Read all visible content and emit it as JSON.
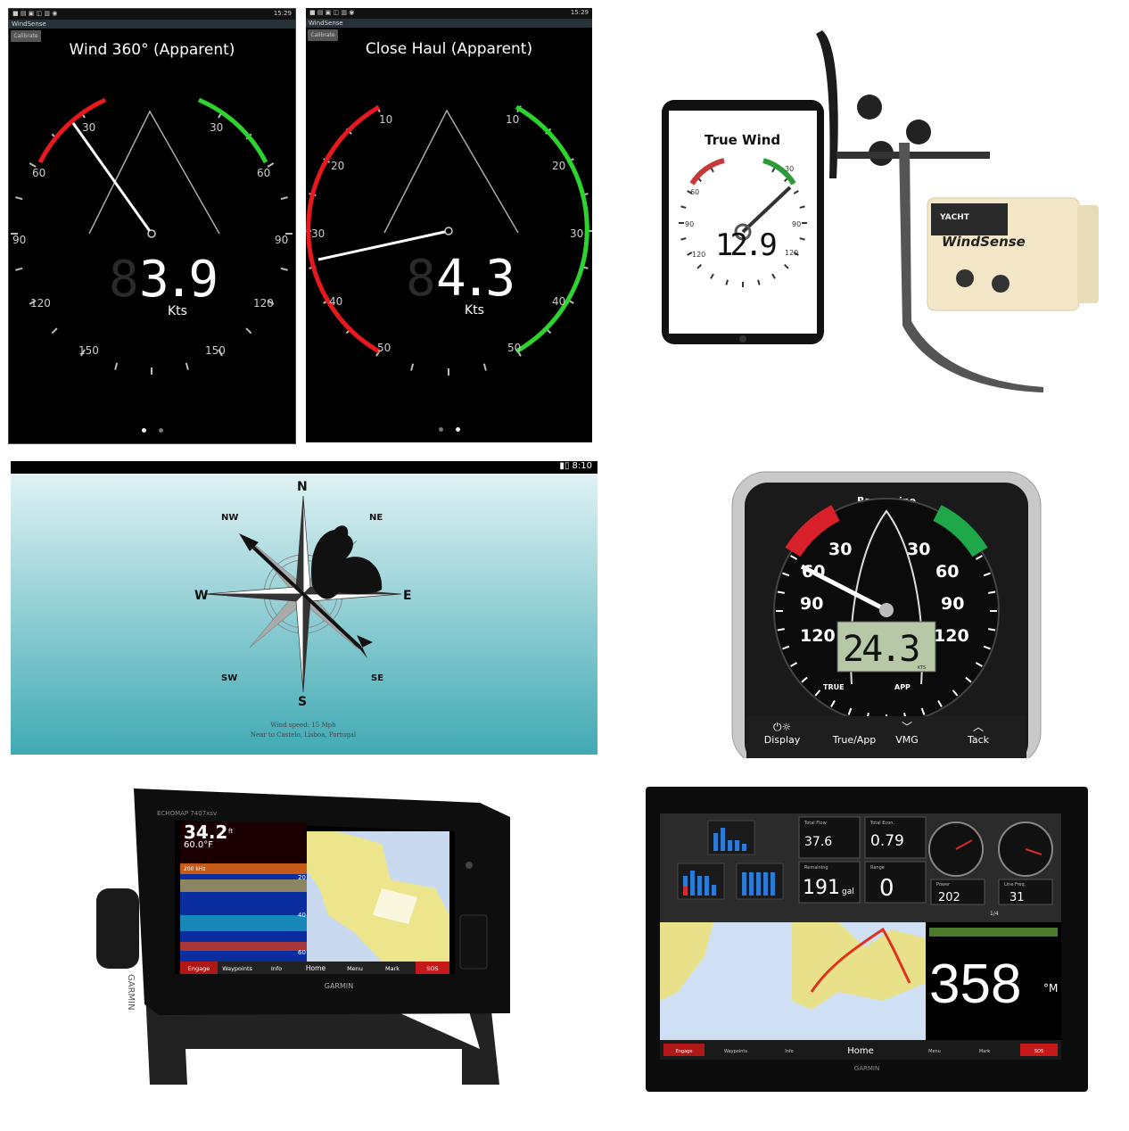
{
  "windsense_app": {
    "status_time": "15:29",
    "app_name": "WindSense",
    "calibrate_label": "Calibrate",
    "kts_label": "Kts",
    "gauge_360": {
      "title": "Wind 360° (Apparent)",
      "speed": "3.9",
      "ticks": [
        "30",
        "60",
        "90",
        "120",
        "150",
        "30",
        "60",
        "90",
        "120",
        "150"
      ]
    },
    "gauge_close_haul": {
      "title": "Close Haul (Apparent)",
      "speed": "4.3",
      "ticks": [
        "10",
        "20",
        "30",
        "40",
        "50",
        "10",
        "20",
        "30",
        "40",
        "50"
      ]
    },
    "colors": {
      "port": "#e8191c",
      "starboard": "#2ed42e"
    }
  },
  "true_wind_product": {
    "tablet_title": "True Wind",
    "speed": "12.9",
    "ticks": [
      "60",
      "90",
      "120",
      "30",
      "90",
      "120"
    ],
    "box_brand": "YACHT",
    "box_name": "WindSense"
  },
  "compass_app": {
    "status_time": "8:10",
    "directions": {
      "n": "N",
      "ne": "NE",
      "e": "E",
      "se": "SE",
      "s": "S",
      "sw": "SW",
      "w": "W",
      "nw": "NW"
    },
    "wind_speed_line": "Wind speed: 15 Mph",
    "location_line": "Near to Castelo, Lisboa, Portugal"
  },
  "raymarine": {
    "brand": "Raymarine",
    "ticks": [
      "30",
      "60",
      "90",
      "120",
      "30",
      "60",
      "90",
      "120"
    ],
    "speed": "24.3",
    "unit": "KTS",
    "mode_left": "TRUE",
    "mode_right": "APP",
    "buttons": [
      "Display",
      "True/App",
      "VMG",
      "Tack"
    ],
    "colors": {
      "port": "#d8202a",
      "starboard": "#1fa84a"
    }
  },
  "garmin_echomap": {
    "model": "ECHOMAP 7407xsv",
    "depth": "34.2",
    "depth_unit": "ft",
    "temp": "60.0°F",
    "freq": "200 kHz",
    "scale": [
      "20",
      "40",
      "60"
    ],
    "menu": [
      "Engage",
      "Waypoints",
      "Info",
      "Home",
      "Menu",
      "Mark",
      "SOS"
    ],
    "brand": "GARMIN"
  },
  "garmin_gpsmap": {
    "total_fuel_label": "Total Flow",
    "total_fuel_value": "37.6",
    "total_econ_label": "Total Econ.",
    "total_econ_value": "0.79",
    "remaining_label": "Remaining",
    "remaining_value": "191",
    "remaining_unit": "gal",
    "range_label": "Range",
    "range_value": "0",
    "power_label": "Power",
    "power_value": "202",
    "line_freq_label": "Line Freq.",
    "line_freq_value": "31",
    "page": "1/4",
    "heading": "358",
    "heading_unit": "°M",
    "menu": [
      "Engage",
      "Waypoints",
      "Info",
      "Home",
      "Menu",
      "Mark",
      "SOS"
    ],
    "brand": "GARMIN"
  }
}
